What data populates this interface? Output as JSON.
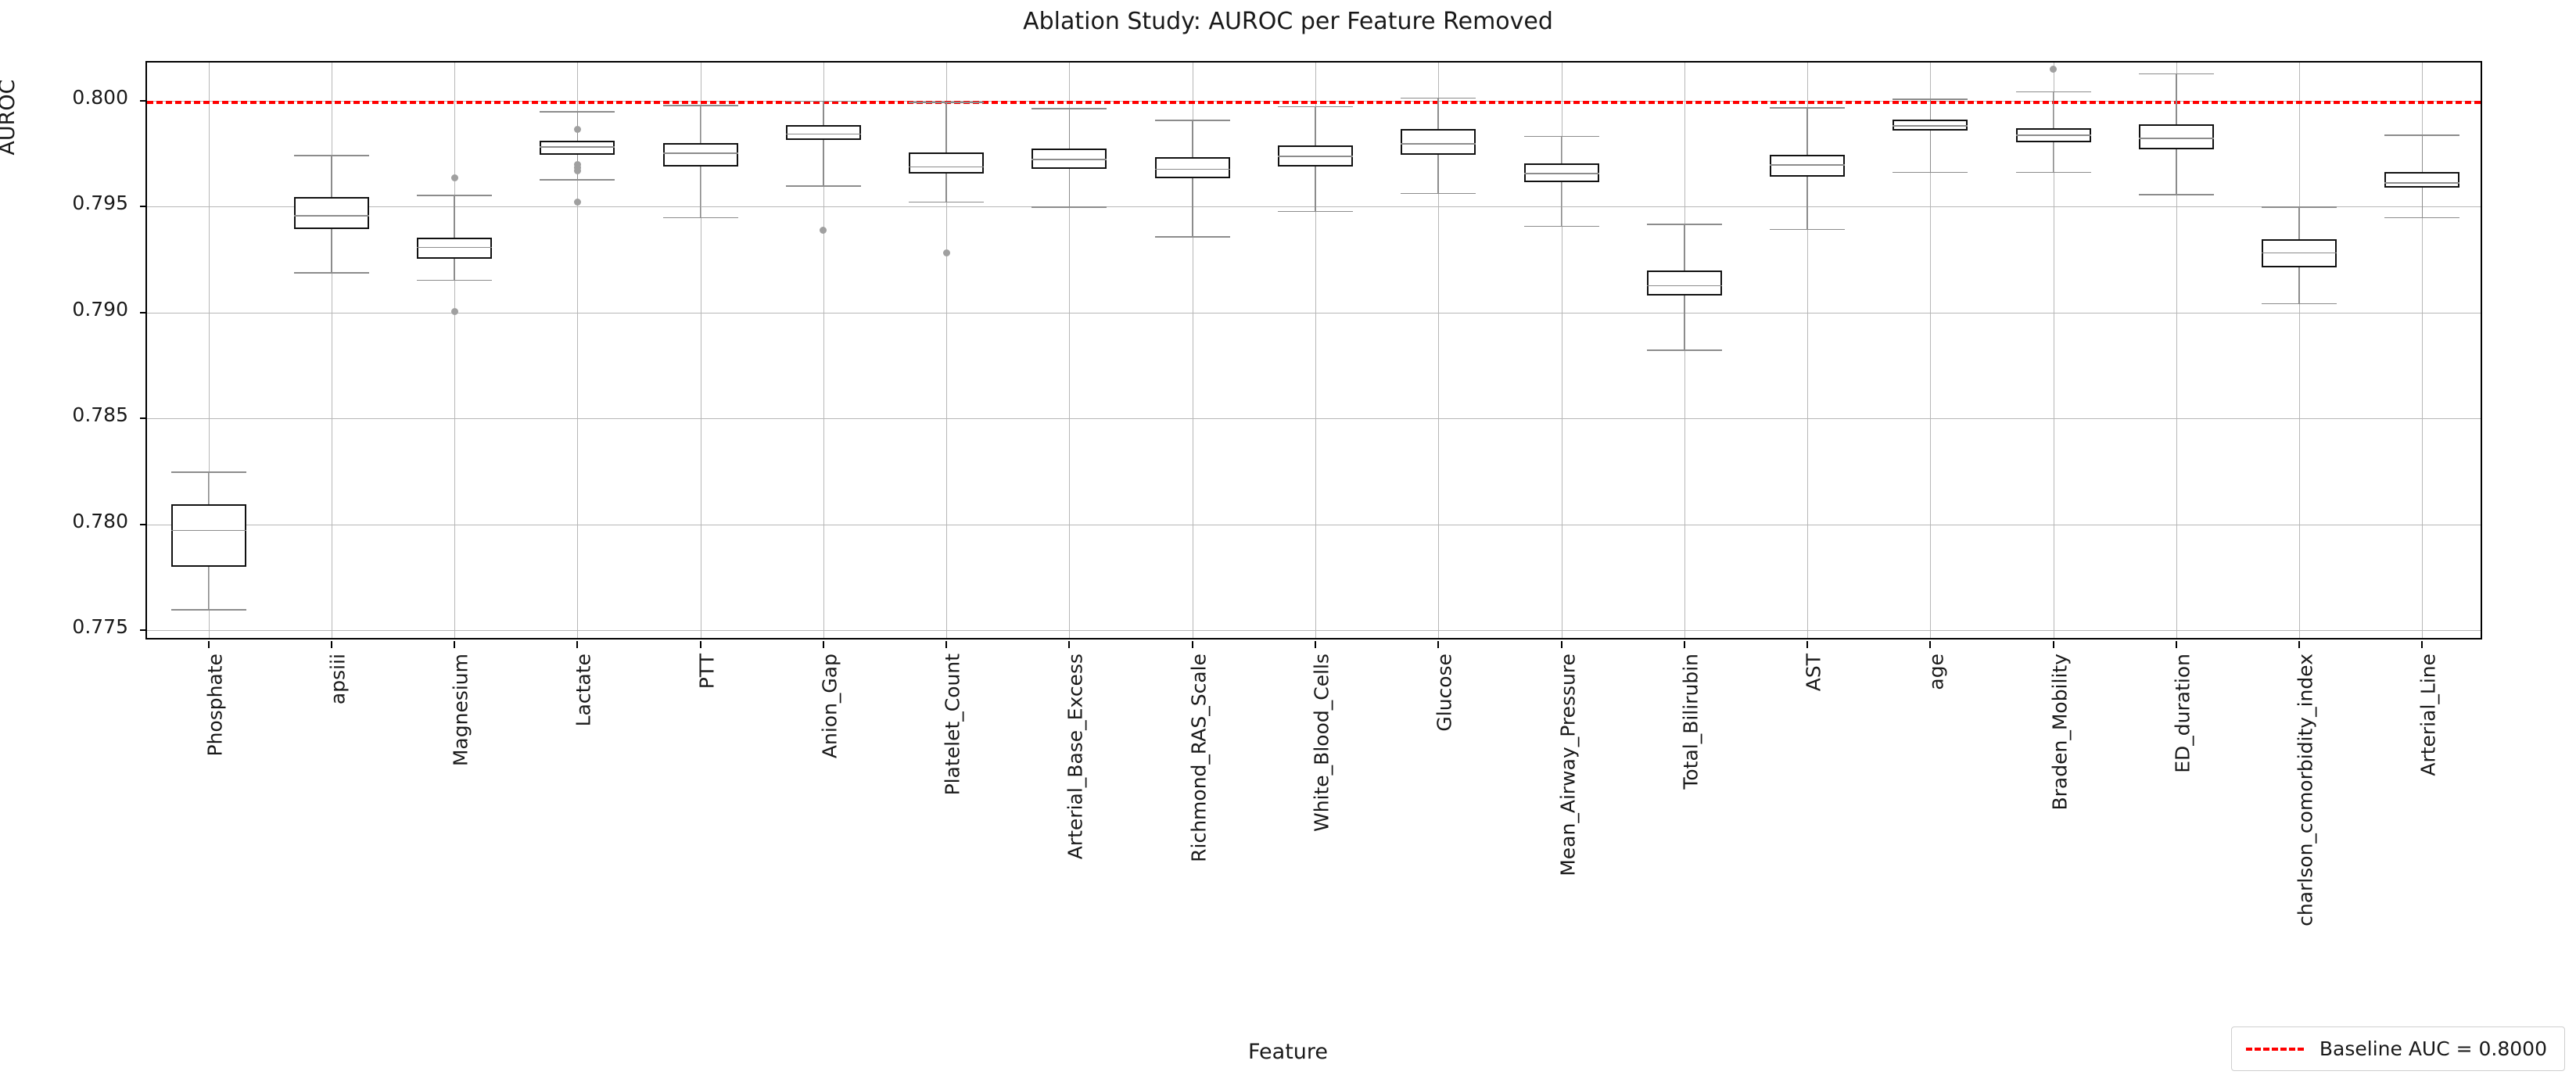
{
  "chart_data": {
    "type": "box",
    "title": "Ablation Study: AUROC per Feature Removed",
    "xlabel": "Feature",
    "ylabel": "AUROC",
    "ylim": [
      0.7745,
      0.8018
    ],
    "yticks": [
      0.775,
      0.78,
      0.785,
      0.79,
      0.795,
      0.8
    ],
    "ytick_labels": [
      "0.775",
      "0.780",
      "0.785",
      "0.790",
      "0.795",
      "0.800"
    ],
    "grid": true,
    "legend_position": "lower right",
    "baseline": {
      "label": "Baseline AUC = 0.8000",
      "value": 0.8,
      "color": "#ff0000",
      "style": "dashed"
    },
    "categories": [
      "Phosphate",
      "apsiii",
      "Magnesium",
      "Lactate",
      "PTT",
      "Anion_Gap",
      "Platelet_Count",
      "Arterial_Base_Excess",
      "Richmond_RAS_Scale",
      "White_Blood_Cells",
      "Glucose",
      "Mean_Airway_Pressure",
      "Total_Bilirubin",
      "AST",
      "age",
      "Braden_Mobility",
      "ED_duration",
      "charlson_comorbidity_index",
      "Arterial_Line"
    ],
    "boxes": [
      {
        "feature": "Phosphate",
        "whislo": 0.776,
        "q1": 0.778,
        "median": 0.77975,
        "q3": 0.78095,
        "whishi": 0.7825,
        "fliers": []
      },
      {
        "feature": "apsiii",
        "whislo": 0.7919,
        "q1": 0.79395,
        "median": 0.7946,
        "q3": 0.79545,
        "whishi": 0.79745,
        "fliers": []
      },
      {
        "feature": "Magnesium",
        "whislo": 0.79155,
        "q1": 0.79255,
        "median": 0.7931,
        "q3": 0.79355,
        "whishi": 0.79555,
        "fliers": [
          0.79635,
          0.79005
        ]
      },
      {
        "feature": "Lactate",
        "whislo": 0.7963,
        "q1": 0.79745,
        "median": 0.79785,
        "q3": 0.7981,
        "whishi": 0.7995,
        "fliers": [
          0.79865,
          0.797,
          0.79685,
          0.7967,
          0.7952
        ]
      },
      {
        "feature": "PTT",
        "whislo": 0.7945,
        "q1": 0.7969,
        "median": 0.79755,
        "q3": 0.798,
        "whishi": 0.7998,
        "fliers": []
      },
      {
        "feature": "Anion_Gap",
        "whislo": 0.796,
        "q1": 0.79815,
        "median": 0.79845,
        "q3": 0.79885,
        "whishi": 0.8,
        "fliers": [
          0.7939
        ]
      },
      {
        "feature": "Platelet_Count",
        "whislo": 0.79525,
        "q1": 0.79655,
        "median": 0.7969,
        "q3": 0.79755,
        "whishi": 0.79995,
        "fliers": [
          0.7928
        ]
      },
      {
        "feature": "Arterial_Base_Excess",
        "whislo": 0.795,
        "q1": 0.7968,
        "median": 0.79725,
        "q3": 0.79775,
        "whishi": 0.79965,
        "fliers": []
      },
      {
        "feature": "Richmond_RAS_Scale",
        "whislo": 0.7936,
        "q1": 0.79635,
        "median": 0.7968,
        "q3": 0.79735,
        "whishi": 0.7991,
        "fliers": []
      },
      {
        "feature": "White_Blood_Cells",
        "whislo": 0.7948,
        "q1": 0.7969,
        "median": 0.7974,
        "q3": 0.7979,
        "whishi": 0.79975,
        "fliers": []
      },
      {
        "feature": "Glucose",
        "whislo": 0.79565,
        "q1": 0.79745,
        "median": 0.798,
        "q3": 0.79865,
        "whishi": 0.80015,
        "fliers": []
      },
      {
        "feature": "Mean_Airway_Pressure",
        "whislo": 0.7941,
        "q1": 0.79615,
        "median": 0.7966,
        "q3": 0.79705,
        "whishi": 0.79835,
        "fliers": []
      },
      {
        "feature": "Total_Bilirubin",
        "whislo": 0.78825,
        "q1": 0.7908,
        "median": 0.7913,
        "q3": 0.792,
        "whishi": 0.7942,
        "fliers": []
      },
      {
        "feature": "AST",
        "whislo": 0.79395,
        "q1": 0.7964,
        "median": 0.797,
        "q3": 0.79745,
        "whishi": 0.7997,
        "fliers": []
      },
      {
        "feature": "age",
        "whislo": 0.79665,
        "q1": 0.7986,
        "median": 0.79885,
        "q3": 0.7991,
        "whishi": 0.8001,
        "fliers": []
      },
      {
        "feature": "Braden_Mobility",
        "whislo": 0.79665,
        "q1": 0.79805,
        "median": 0.7984,
        "q3": 0.7987,
        "whishi": 0.80045,
        "fliers": [
          0.8015
        ]
      },
      {
        "feature": "ED_duration",
        "whislo": 0.7956,
        "q1": 0.7977,
        "median": 0.79825,
        "q3": 0.7989,
        "whishi": 0.8013,
        "fliers": []
      },
      {
        "feature": "charlson_comorbidity_index",
        "whislo": 0.79045,
        "q1": 0.79215,
        "median": 0.79285,
        "q3": 0.79345,
        "whishi": 0.795,
        "fliers": []
      },
      {
        "feature": "Arterial_Line",
        "whislo": 0.7945,
        "q1": 0.7959,
        "median": 0.79615,
        "q3": 0.79665,
        "whishi": 0.7984,
        "fliers": []
      }
    ]
  }
}
